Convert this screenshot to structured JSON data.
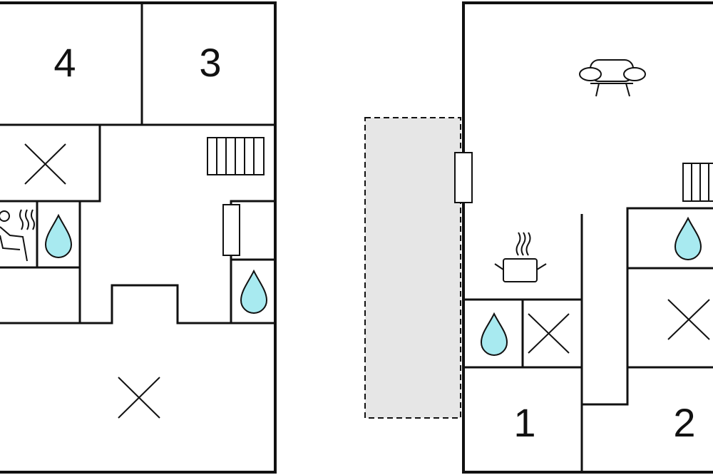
{
  "rooms": {
    "room_4": "4",
    "room_3": "3",
    "room_1": "1",
    "room_2": "2"
  },
  "colors": {
    "water": "#a8eaf0",
    "terrace": "#e6e6e6",
    "wall": "#111111"
  },
  "icons": [
    "sofa-icon",
    "cooking-pot-icon",
    "water-drop-icon",
    "radiator-icon",
    "sauna-icon",
    "cross-mark-icon",
    "door-icon"
  ]
}
